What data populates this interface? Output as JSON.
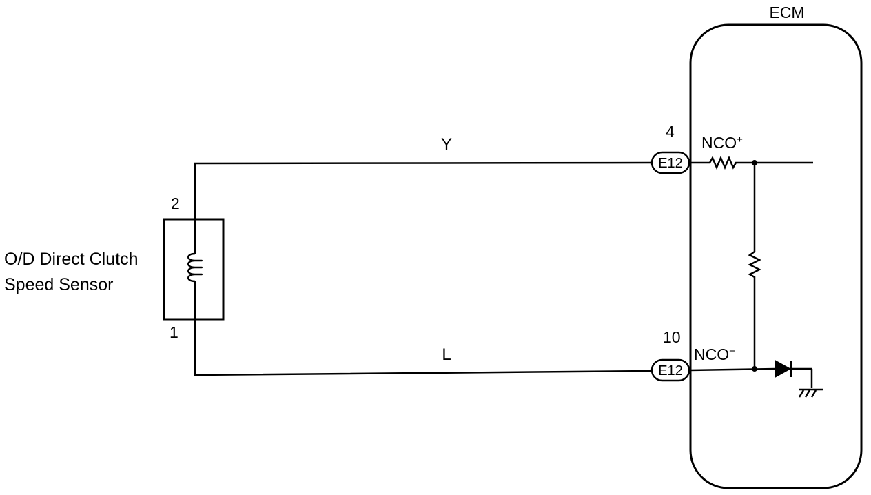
{
  "sensor": {
    "name_line1": "O/D Direct Clutch",
    "name_line2": "Speed Sensor",
    "pin_top": "2",
    "pin_bottom": "1"
  },
  "wires": {
    "top_color": "Y",
    "bottom_color": "L"
  },
  "connectors": {
    "top": {
      "pin": "4",
      "id": "E12",
      "signal": "NCO",
      "polarity": "+"
    },
    "bottom": {
      "pin": "10",
      "id": "E12",
      "signal": "NCO",
      "polarity": "−"
    }
  },
  "ecm": {
    "title": "ECM"
  }
}
